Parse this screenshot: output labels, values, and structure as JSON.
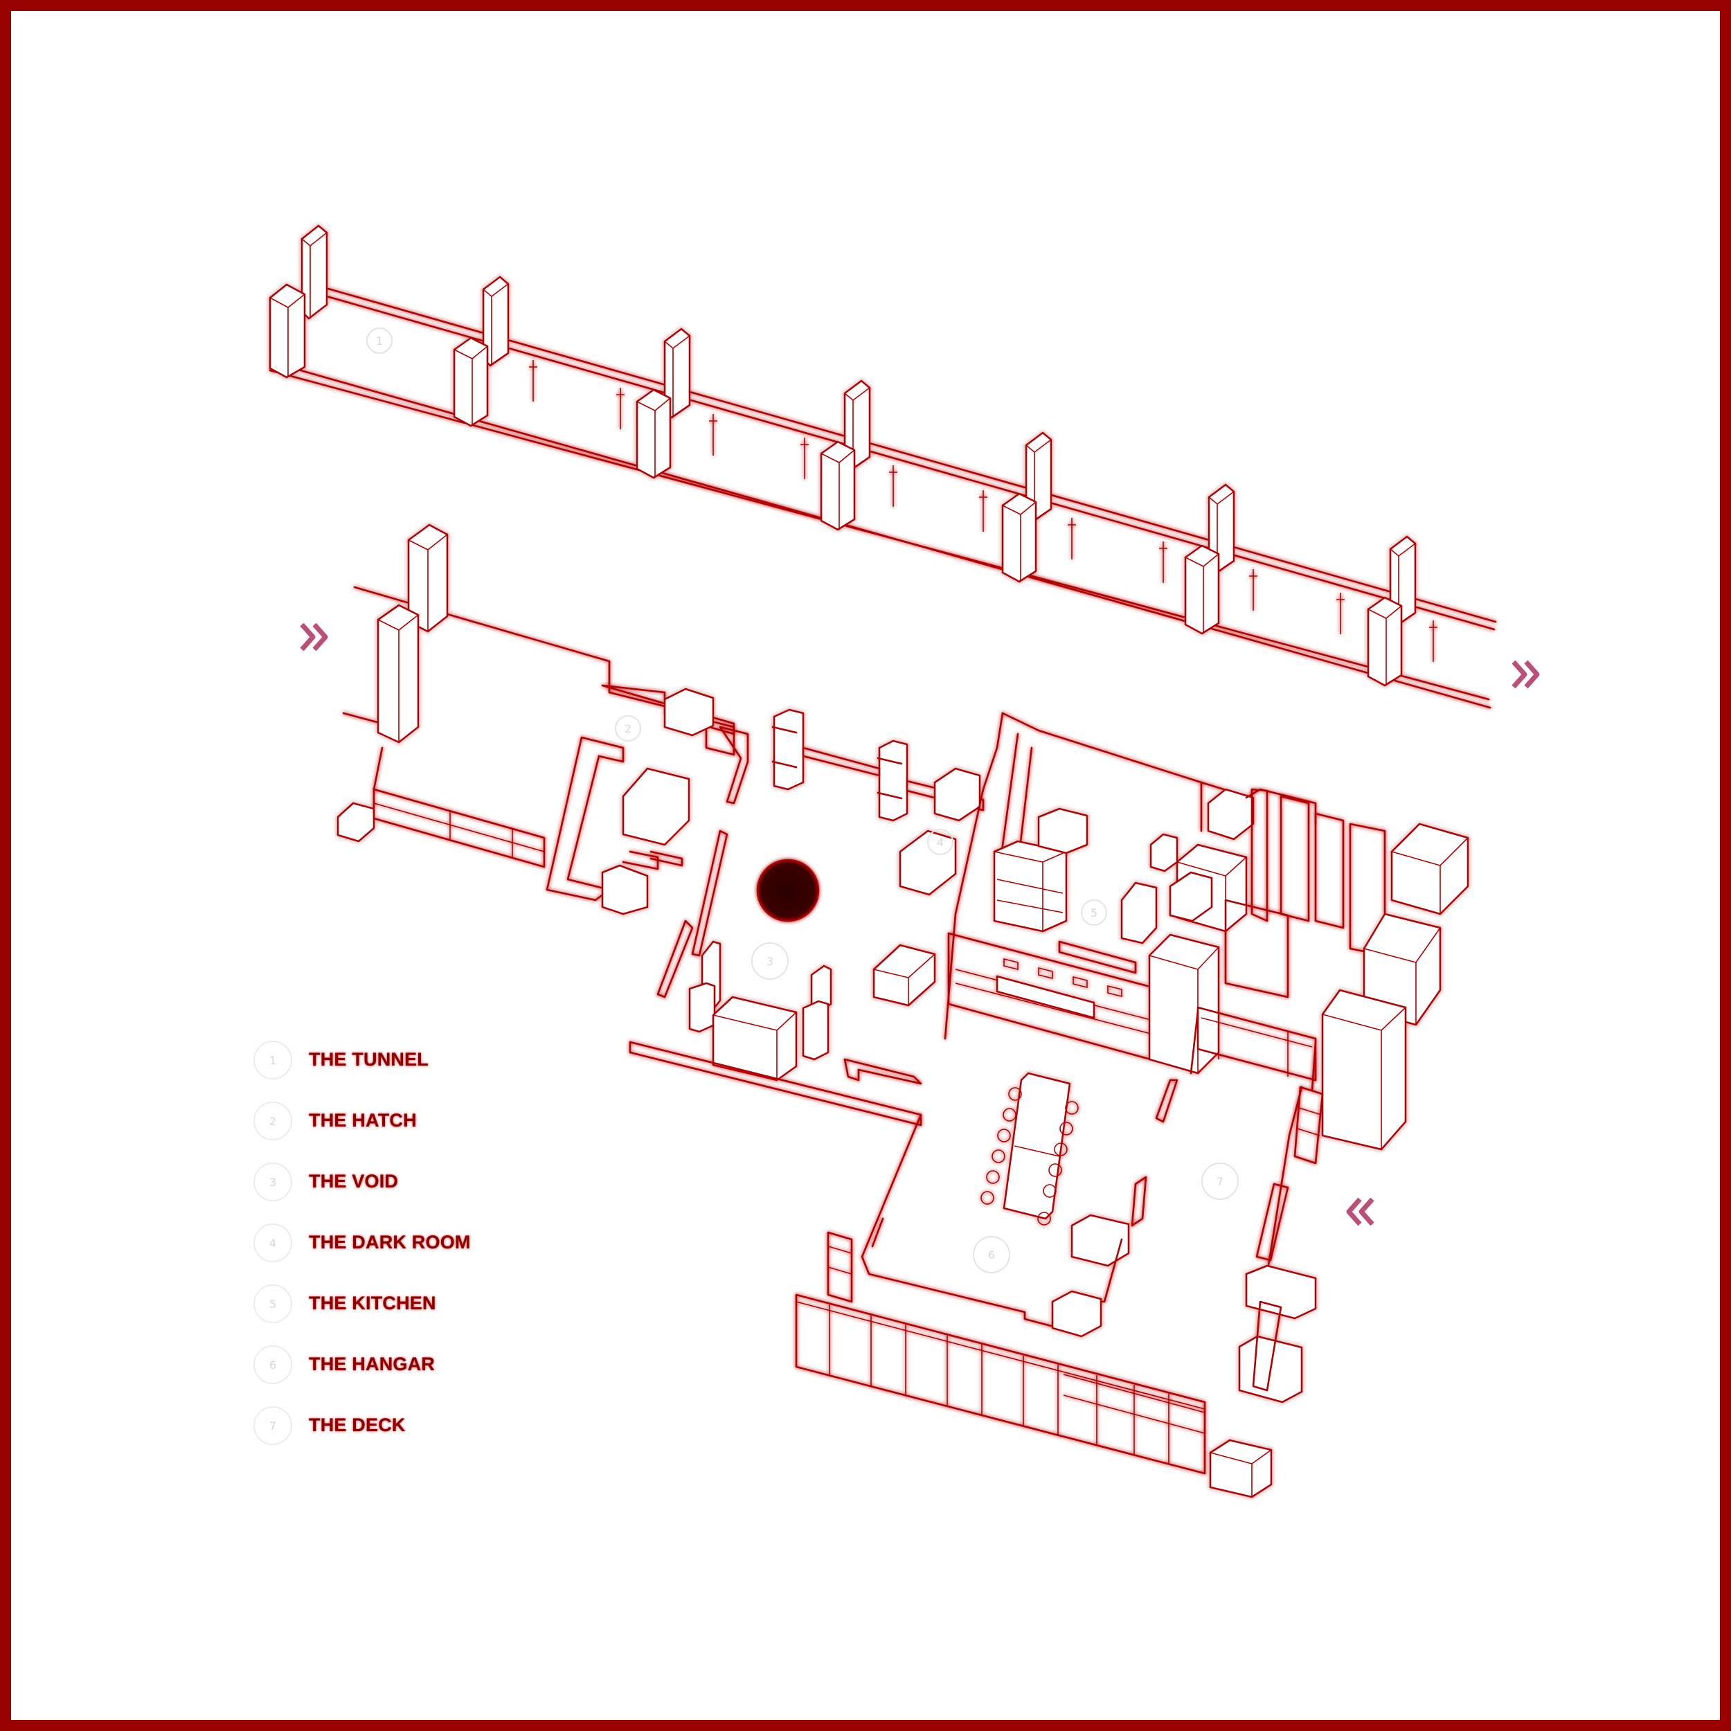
{
  "legend": {
    "items": [
      {
        "num": "1",
        "label": "THE TUNNEL"
      },
      {
        "num": "2",
        "label": "THE HATCH"
      },
      {
        "num": "3",
        "label": "THE VOID"
      },
      {
        "num": "4",
        "label": "THE DARK ROOM"
      },
      {
        "num": "5",
        "label": "THE KITCHEN"
      },
      {
        "num": "6",
        "label": "THE HANGAR"
      },
      {
        "num": "7",
        "label": "THE DECK"
      }
    ]
  },
  "plan_markers": [
    "1",
    "2",
    "3",
    "4",
    "5",
    "6",
    "7"
  ],
  "colors": {
    "frame": "#990000",
    "line": "#b30000",
    "label": "#8e0000",
    "void_fill": "#3a0000",
    "arrow": "#a0204a"
  },
  "icons": [
    "double-chevron-right-icon",
    "double-chevron-left-icon"
  ]
}
